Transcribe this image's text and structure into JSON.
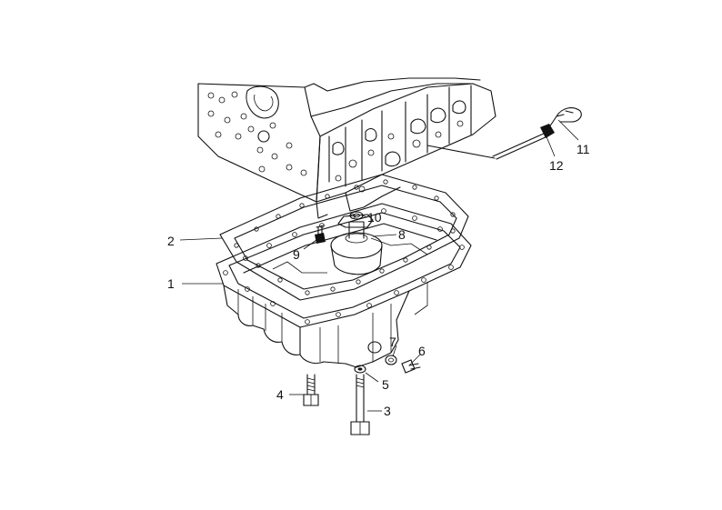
{
  "colors": {
    "ink": "#111111",
    "background": "#ffffff"
  },
  "callouts": {
    "c1": "1",
    "c2": "2",
    "c3": "3",
    "c4": "4",
    "c5": "5",
    "c6": "6",
    "c7": "7",
    "c8": "8",
    "c9": "9",
    "c10": "10",
    "c11": "11",
    "c12": "12"
  }
}
